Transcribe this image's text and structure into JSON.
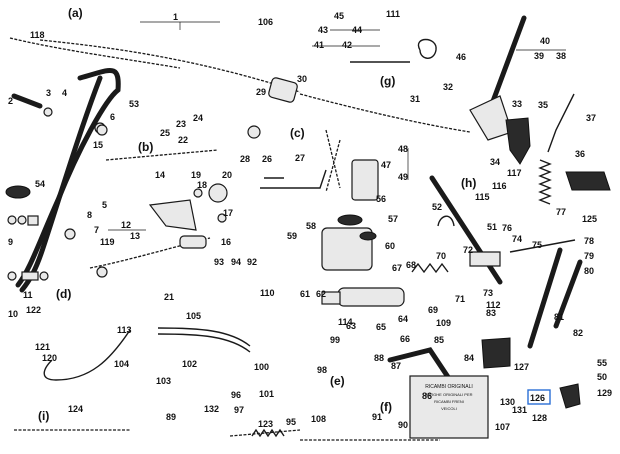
{
  "sections": [
    "(a)",
    "(b)",
    "(c)",
    "(d)",
    "(e)",
    "(f)",
    "(g)",
    "(h)",
    "(i)"
  ],
  "labels": [
    "1",
    "2",
    "3",
    "4",
    "5",
    "6",
    "7",
    "8",
    "9",
    "10",
    "11",
    "12",
    "13",
    "14",
    "15",
    "16",
    "17",
    "18",
    "19",
    "20",
    "21",
    "22",
    "23",
    "24",
    "25",
    "26",
    "27",
    "28",
    "29",
    "30",
    "31",
    "32",
    "33",
    "34",
    "35",
    "36",
    "37",
    "38",
    "39",
    "40",
    "41",
    "42",
    "43",
    "44",
    "45",
    "46",
    "47",
    "48",
    "49",
    "50",
    "51",
    "52",
    "53",
    "54",
    "55",
    "56",
    "57",
    "58",
    "59",
    "60",
    "61",
    "62",
    "63",
    "64",
    "65",
    "66",
    "67",
    "68",
    "69",
    "70",
    "71",
    "72",
    "73",
    "74",
    "75",
    "76",
    "77",
    "78",
    "79",
    "80",
    "81",
    "82",
    "83",
    "84",
    "85",
    "86",
    "87",
    "88",
    "89",
    "90",
    "91",
    "92",
    "93",
    "94",
    "95",
    "96",
    "97",
    "98",
    "99",
    "100",
    "101",
    "102",
    "103",
    "104",
    "105",
    "106",
    "107",
    "108",
    "109",
    "110",
    "111",
    "112",
    "113",
    "114",
    "115",
    "116",
    "117",
    "118",
    "119",
    "120",
    "121",
    "122",
    "123",
    "124",
    "125",
    "126",
    "127",
    "128",
    "129",
    "130",
    "131",
    "132"
  ],
  "highlighted_label": "126",
  "manual_sheet": [
    "RICAMBI ORIGINALI",
    "TARGHE ORIGINALI PER",
    "RICAMBI FRENI",
    "VEICOLI"
  ]
}
